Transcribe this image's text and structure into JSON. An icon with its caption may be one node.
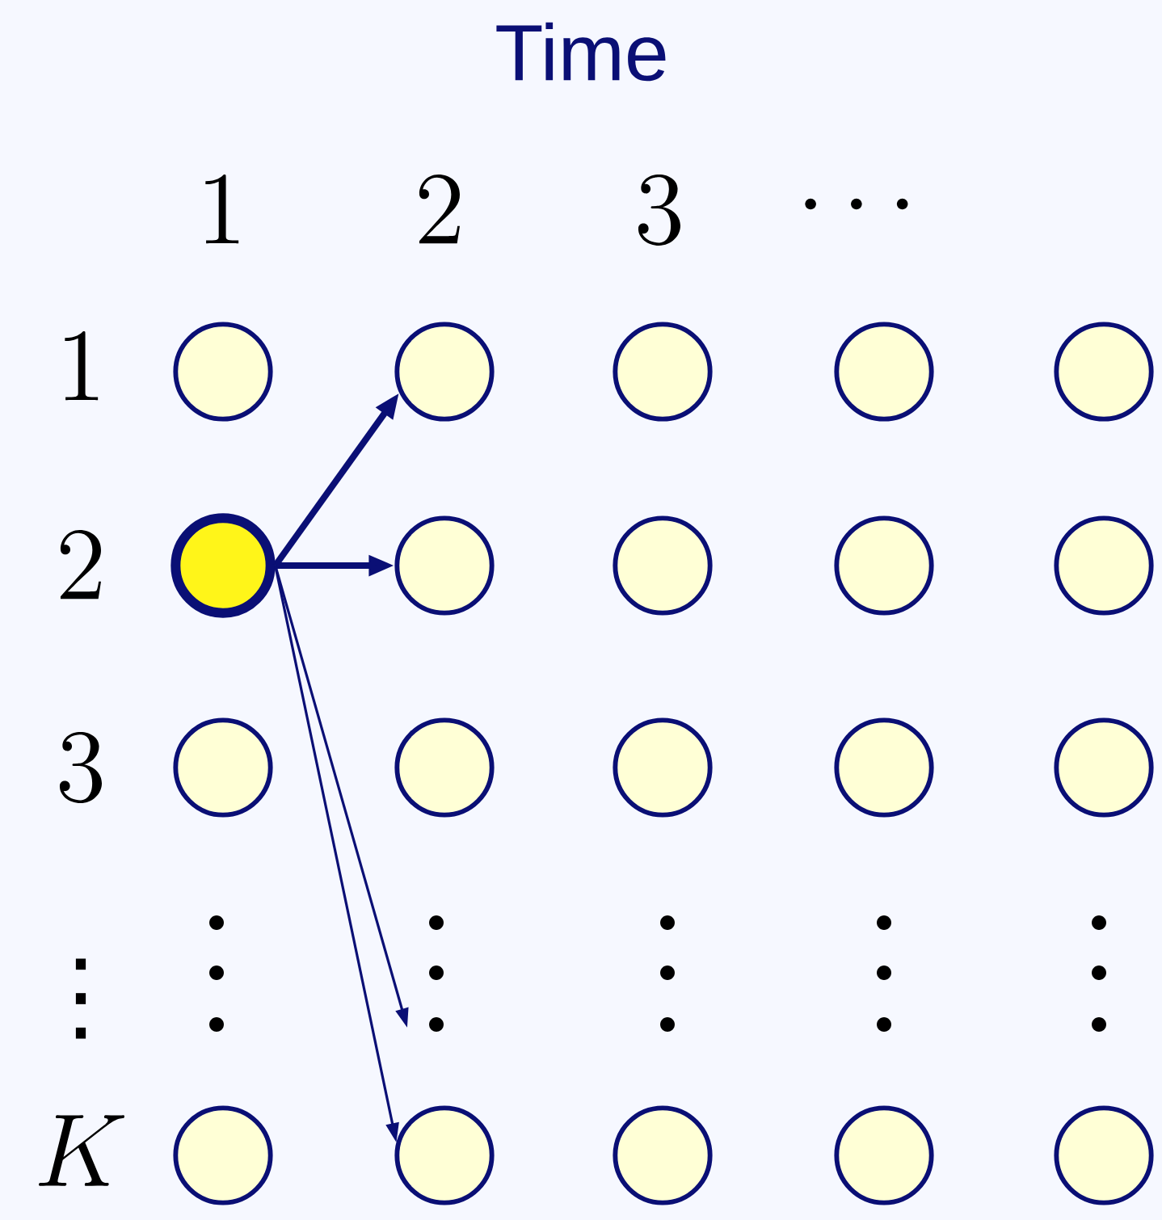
{
  "diagram": {
    "title": "Time",
    "nodes": [
      {
        "text": [],
        "shape": "circle"
      },
      {
        "text": [],
        "shape": "circle"
      },
      {
        "text": [],
        "shape": "circle"
      },
      {
        "text": [],
        "shape": "circle"
      },
      {
        "text": [],
        "shape": "circle"
      },
      {
        "text": [],
        "shape": "circle"
      },
      {
        "text": [],
        "shape": "circle"
      },
      {
        "text": [],
        "shape": "circle"
      },
      {
        "text": [],
        "shape": "circle"
      },
      {
        "text": [],
        "shape": "circle"
      },
      {
        "text": [],
        "shape": "circle"
      },
      {
        "text": [],
        "shape": "circle"
      },
      {
        "text": [],
        "shape": "circle"
      },
      {
        "text": [],
        "shape": "circle"
      },
      {
        "text": [],
        "shape": "circle"
      },
      {
        "text": [],
        "shape": "circle"
      },
      {
        "text": [],
        "shape": "circle"
      },
      {
        "text": [],
        "shape": "circle"
      },
      {
        "text": [],
        "shape": "circle"
      },
      {
        "text": [],
        "shape": "circle"
      }
    ],
    "edges": [
      {
        "from": 5,
        "to": 1,
        "arrow": "to",
        "style": "thick"
      },
      {
        "from": 5,
        "to": 6,
        "arrow": "to",
        "style": "thick"
      },
      {
        "from": 5,
        "to": null,
        "arrow": "to"
      },
      {
        "from": 5,
        "to": 16,
        "arrow": "to"
      }
    ],
    "labels": [
      "1",
      "2",
      "3",
      "\\cdots",
      "1",
      "2",
      "3",
      "\\vdots",
      "K"
    ]
  }
}
